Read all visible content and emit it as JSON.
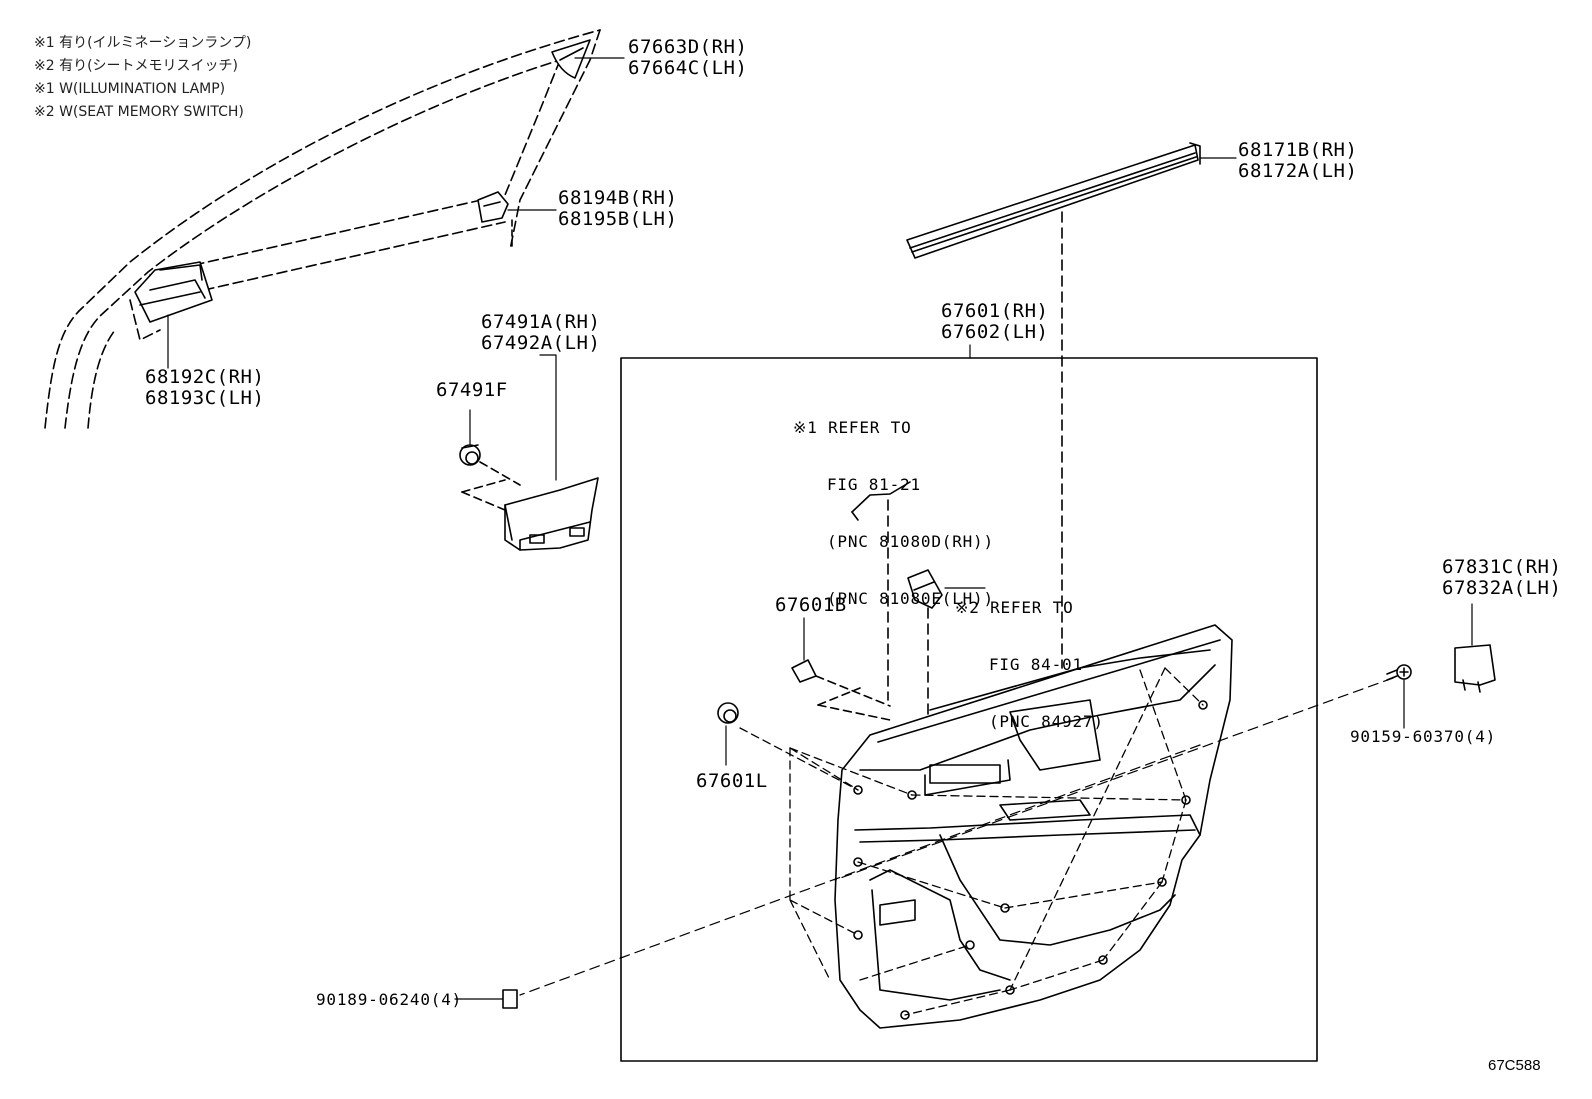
{
  "notes": [
    "※1 有り(イルミネーションランプ)",
    "※2 有り(シートメモリスイッチ)",
    "※1 W(ILLUMINATION LAMP)",
    "※2 W(SEAT MEMORY SWITCH)"
  ],
  "parts": {
    "p67663d": {
      "rh": "67663D(RH)",
      "lh": "67664C(LH)"
    },
    "p68194b": {
      "rh": "68194B(RH)",
      "lh": "68195B(LH)"
    },
    "p68192c": {
      "rh": "68192C(RH)",
      "lh": "68193C(LH)"
    },
    "p67491a": {
      "rh": "67491A(RH)",
      "lh": "67492A(LH)"
    },
    "p67491f": "67491F",
    "p68171b": {
      "rh": "68171B(RH)",
      "lh": "68172A(LH)"
    },
    "p67601": {
      "rh": "67601(RH)",
      "lh": "67602(LH)"
    },
    "p67601b": "67601B",
    "p67601l": "67601L",
    "p67831c": {
      "rh": "67831C(RH)",
      "lh": "67832A(LH)"
    },
    "p90159": "90159-60370(4)",
    "p90189": "90189-06240(4)"
  },
  "refs": {
    "ref1": [
      "※1 REFER TO",
      "FIG 81-21",
      "(PNC 81080D(RH))",
      "(PNC 81080E(LH))"
    ],
    "ref2": [
      "※2 REFER TO",
      "FIG 84-01",
      "(PNC 84927)"
    ]
  },
  "figure_id": "67C588"
}
